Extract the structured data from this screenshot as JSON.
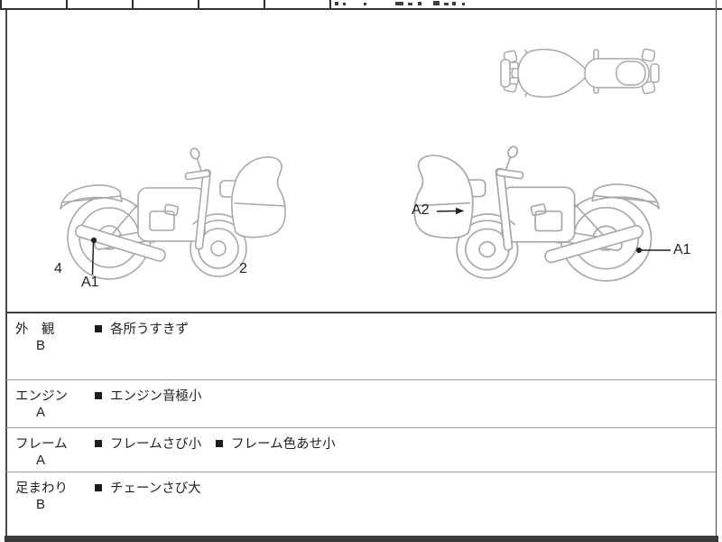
{
  "document": {
    "type": "motorcycle-condition-sheet"
  },
  "diagram_labels": {
    "left_rear_number": "4",
    "left_damage": "A1",
    "left_front_number": "2",
    "right_front_damage": "A2",
    "right_rear_damage": "A1"
  },
  "inspection": {
    "rows": [
      {
        "category": "外　観",
        "grade": "B",
        "notes": [
          "各所うすきず"
        ]
      },
      {
        "category": "エンジン",
        "grade": "A",
        "notes": [
          "エンジン音極小"
        ]
      },
      {
        "category": "フレーム",
        "grade": "A",
        "notes": [
          "フレームさび小",
          "フレーム色あせ小"
        ]
      },
      {
        "category": "足まわり",
        "grade": "B",
        "notes": [
          "チェーンさび大"
        ]
      }
    ]
  },
  "colors": {
    "line_art": "#a8a8a8",
    "border_dark": "#3a3a3a",
    "row_separator": "#9b9b9b",
    "text": "#222222"
  }
}
